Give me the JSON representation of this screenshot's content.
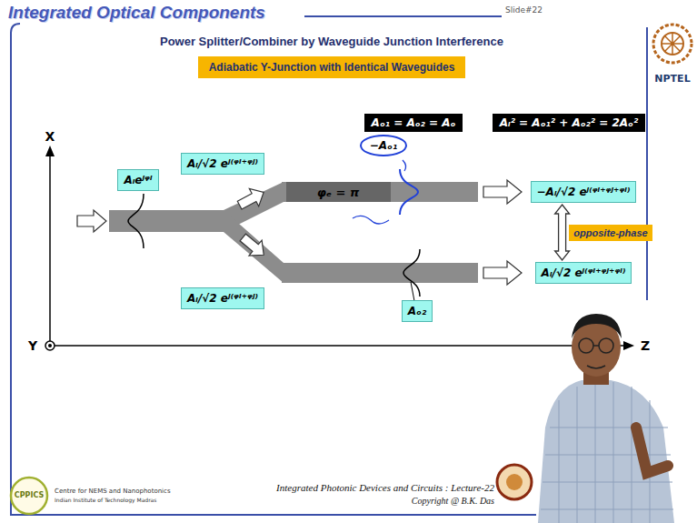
{
  "diagram": {
    "title": "Integrated Optical Components",
    "nodes": [
      {
        "text": [
          "Adiabatic Y-Junction with Identical Waveguides"
        ]
      },
      {
        "text": [
          "Aₒ₁ = Aₒ₂ = Aₒ"
        ]
      },
      {
        "text": [
          "Aᵢ² = Aₒ₁² + Aₒ₂² = 2Aₒ²"
        ]
      },
      {
        "text": [
          "Aᵢeʲᵠⁱ"
        ]
      },
      {
        "text": [
          "Aᵢ/√2 eʲ⁽ᵠⁱ⁺ᵠʲ⁾"
        ]
      },
      {
        "text": [
          "φₑ = π"
        ]
      },
      {
        "text": [
          "−Aₒ₁"
        ]
      },
      {
        "text": [
          "−Aᵢ/√2 eʲ⁽ᵠⁱ⁺ᵠʲ⁺ᵠˡ⁾"
        ]
      },
      {
        "text": [
          "opposite-phase"
        ]
      },
      {
        "text": [
          "Aᵢ/√2 eʲ⁽ᵠⁱ⁺ᵠʲ⁾"
        ]
      },
      {
        "text": [
          "Aᵢ/√2 eʲ⁽ᵠⁱ⁺ᵠʲ⁺ᵠˡ⁾"
        ]
      },
      {
        "text": [
          "Aₒ₂"
        ]
      }
    ],
    "edges": [
      {
        "from": 7,
        "to": 10,
        "arrow": "both"
      }
    ],
    "labels": [
      "Slide#22",
      "Power Splitter/Combiner by Waveguide Junction Interference",
      "X",
      "Y",
      "Z",
      "NPTEL",
      "CPPICS",
      "Centre for NEMS and Nanophotonics",
      "Indian Institute of Technology Madras",
      "Integrated Photonic Devices and Circuits : Lecture-22",
      "Copyright @ B.K. Das"
    ]
  }
}
